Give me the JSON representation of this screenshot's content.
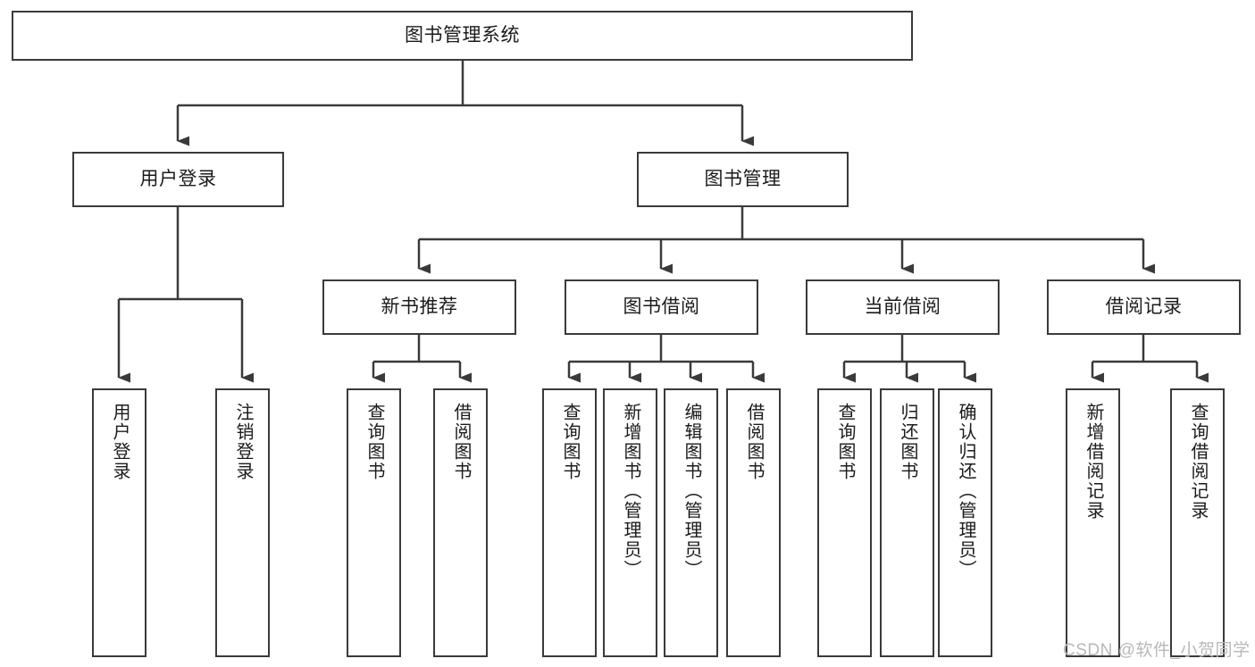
{
  "diagram": {
    "title": "图书管理系统",
    "type": "tree",
    "nodes": {
      "root": {
        "label": "图书管理系统",
        "level": 1
      },
      "user_login": {
        "label": "用户登录",
        "level": 2
      },
      "book_manage": {
        "label": "图书管理",
        "level": 2
      },
      "new_book_rec": {
        "label": "新书推荐",
        "level": 3
      },
      "book_borrow": {
        "label": "图书借阅",
        "level": 3
      },
      "current_borrow": {
        "label": "当前借阅",
        "level": 3
      },
      "borrow_record": {
        "label": "借阅记录",
        "level": 3
      },
      "leaf_user_login": {
        "label": "用户登录",
        "level": 4
      },
      "leaf_logout": {
        "label": "注销登录",
        "level": 4
      },
      "leaf_query_book_1": {
        "label": "查询图书",
        "level": 4
      },
      "leaf_borrow_book_1": {
        "label": "借阅图书",
        "level": 4
      },
      "leaf_query_book_2": {
        "label": "查询图书",
        "level": 4
      },
      "leaf_add_book": {
        "label": "新增图书（管理员）",
        "level": 4
      },
      "leaf_edit_book": {
        "label": "编辑图书（管理员）",
        "level": 4
      },
      "leaf_borrow_book_2": {
        "label": "借阅图书",
        "level": 4
      },
      "leaf_query_book_3": {
        "label": "查询图书",
        "level": 4
      },
      "leaf_return_book": {
        "label": "归还图书",
        "level": 4
      },
      "leaf_confirm_return": {
        "label": "确认归还（管理员）",
        "level": 4
      },
      "leaf_add_record": {
        "label": "新增借阅记录",
        "level": 4
      },
      "leaf_query_record": {
        "label": "查询借阅记录",
        "level": 4
      }
    },
    "edges": [
      {
        "from": "root",
        "to": "user_login"
      },
      {
        "from": "root",
        "to": "book_manage"
      },
      {
        "from": "user_login",
        "to": "leaf_user_login"
      },
      {
        "from": "user_login",
        "to": "leaf_logout"
      },
      {
        "from": "book_manage",
        "to": "new_book_rec"
      },
      {
        "from": "book_manage",
        "to": "book_borrow"
      },
      {
        "from": "book_manage",
        "to": "current_borrow"
      },
      {
        "from": "book_manage",
        "to": "borrow_record"
      },
      {
        "from": "new_book_rec",
        "to": "leaf_query_book_1"
      },
      {
        "from": "new_book_rec",
        "to": "leaf_borrow_book_1"
      },
      {
        "from": "book_borrow",
        "to": "leaf_query_book_2"
      },
      {
        "from": "book_borrow",
        "to": "leaf_add_book"
      },
      {
        "from": "book_borrow",
        "to": "leaf_edit_book"
      },
      {
        "from": "book_borrow",
        "to": "leaf_borrow_book_2"
      },
      {
        "from": "current_borrow",
        "to": "leaf_query_book_3"
      },
      {
        "from": "current_borrow",
        "to": "leaf_return_book"
      },
      {
        "from": "current_borrow",
        "to": "leaf_confirm_return"
      },
      {
        "from": "borrow_record",
        "to": "leaf_add_record"
      },
      {
        "from": "borrow_record",
        "to": "leaf_query_record"
      }
    ],
    "colors": {
      "border": "#3a3a3a",
      "text": "#1b1b1b",
      "background": "#ffffff",
      "watermark": "#b8b8b8"
    }
  },
  "watermark": {
    "text": "CSDN @软件_小贺同学"
  }
}
